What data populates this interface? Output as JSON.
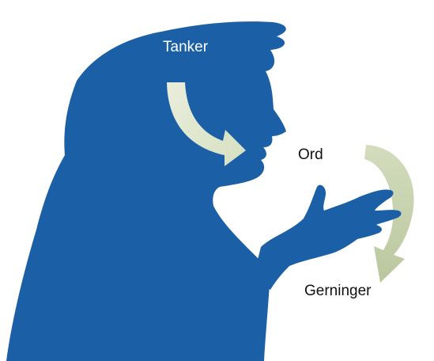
{
  "labels": {
    "thoughts": "Tanker",
    "words": "Ord",
    "actions": "Gerninger"
  },
  "colors": {
    "silhouette": "#1b5fa6",
    "inner_arrow": "#dfe6cc",
    "outer_arrow": "#c7d3ae",
    "background": "#ffffff"
  },
  "icons": {
    "silhouette": "person-speaking-with-raised-hand",
    "inner_arrow": "curved-arrow-down-right",
    "outer_arrow": "curved-arrow-clockwise-down"
  }
}
